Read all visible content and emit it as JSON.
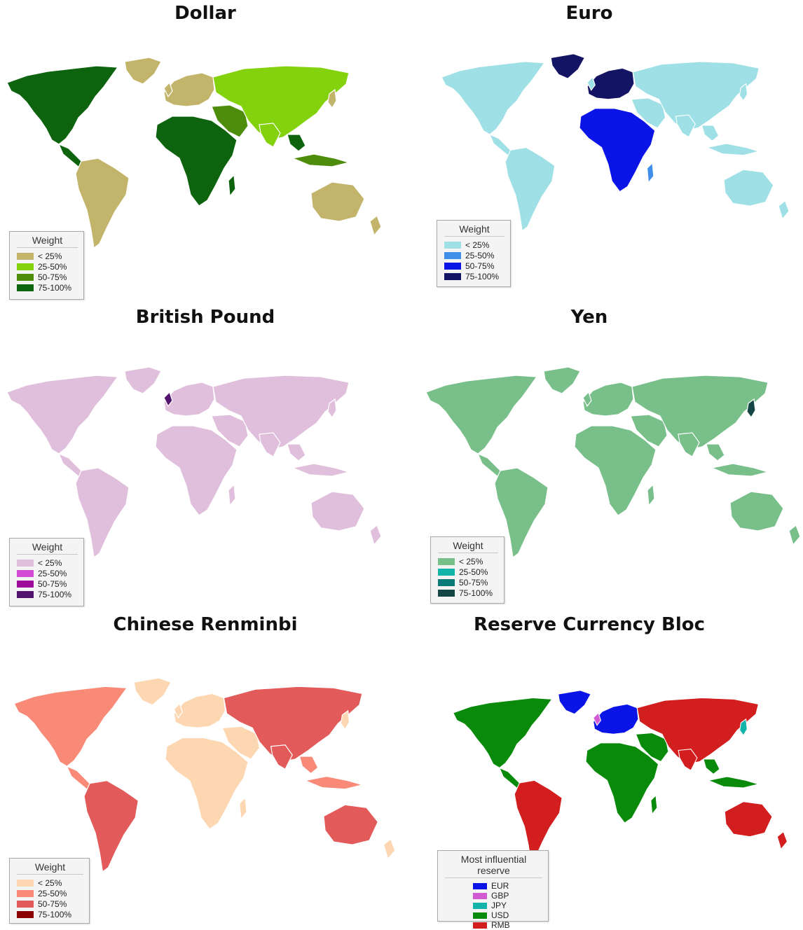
{
  "panels": [
    {
      "title": "Dollar",
      "legend_title": "Weight",
      "land_color": "#c2b56b",
      "legend": [
        {
          "label": "< 25%",
          "color": "#c2b56b"
        },
        {
          "label": "25-50%",
          "color": "#84d10e"
        },
        {
          "label": "50-75%",
          "color": "#4e8c0c"
        },
        {
          "label": "75-100%",
          "color": "#0e640e"
        }
      ]
    },
    {
      "title": "Euro",
      "legend_title": "Weight",
      "land_color": "#9fe0e6",
      "legend": [
        {
          "label": "< 25%",
          "color": "#9fe0e6"
        },
        {
          "label": "25-50%",
          "color": "#3f8ee8"
        },
        {
          "label": "50-75%",
          "color": "#0a14e6"
        },
        {
          "label": "75-100%",
          "color": "#141464"
        }
      ]
    },
    {
      "title": "British Pound",
      "legend_title": "Weight",
      "land_color": "#e0bfdc",
      "legend": [
        {
          "label": "< 25%",
          "color": "#e0bfdc"
        },
        {
          "label": "25-50%",
          "color": "#d24bd2"
        },
        {
          "label": "50-75%",
          "color": "#9c0a9c"
        },
        {
          "label": "75-100%",
          "color": "#50146e"
        }
      ]
    },
    {
      "title": "Yen",
      "legend_title": "Weight",
      "land_color": "#78bf8a",
      "legend": [
        {
          "label": "< 25%",
          "color": "#78bf8a"
        },
        {
          "label": "25-50%",
          "color": "#12b4aa"
        },
        {
          "label": "50-75%",
          "color": "#0a7a78"
        },
        {
          "label": "75-100%",
          "color": "#144646"
        }
      ]
    },
    {
      "title": "Chinese Renminbi",
      "legend_title": "Weight",
      "land_color": "#fdd6b2",
      "legend": [
        {
          "label": "< 25%",
          "color": "#fdd6b2"
        },
        {
          "label": "25-50%",
          "color": "#f98a78"
        },
        {
          "label": "50-75%",
          "color": "#e25a5a"
        },
        {
          "label": "75-100%",
          "color": "#8a0000"
        }
      ]
    },
    {
      "title": "Reserve Currency Bloc",
      "legend_title": "Most influential reserve",
      "land_color": "#0a8a0a",
      "legend": [
        {
          "label": "EUR",
          "color": "#0a14e6"
        },
        {
          "label": "GBP",
          "color": "#d25ad2"
        },
        {
          "label": "JPY",
          "color": "#12b4aa"
        },
        {
          "label": "USD",
          "color": "#0a8a0a"
        },
        {
          "label": "RMB",
          "color": "#d21e1e"
        }
      ]
    }
  ]
}
